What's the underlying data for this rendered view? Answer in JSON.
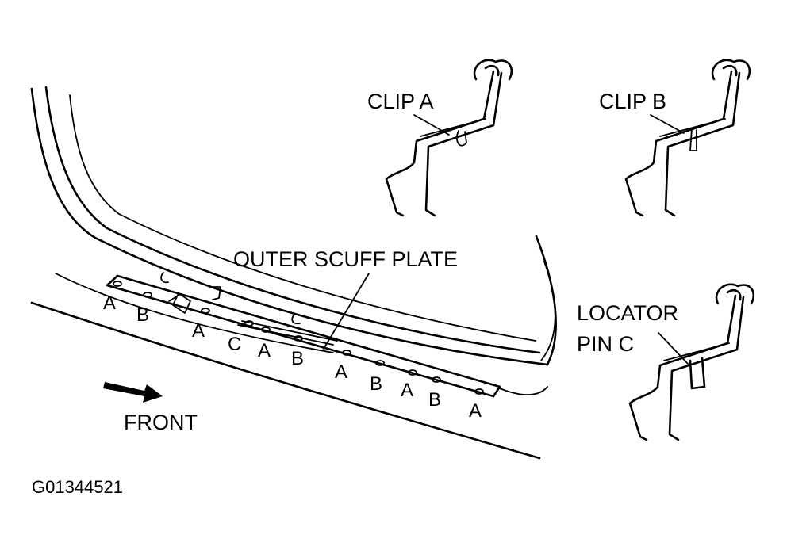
{
  "labels": {
    "clip_a": "CLIP A",
    "clip_b": "CLIP B",
    "locator_line1": "LOCATOR",
    "locator_line2": "PIN C",
    "outer_scuff_plate": "OUTER SCUFF PLATE",
    "front": "FRONT",
    "figure_id": "G01344521"
  },
  "sill_pins": [
    "A",
    "B",
    "A",
    "C",
    "A",
    "B",
    "A",
    "B",
    "A",
    "B",
    "A"
  ],
  "colors": {
    "ink": "#000000",
    "background": "#ffffff"
  }
}
